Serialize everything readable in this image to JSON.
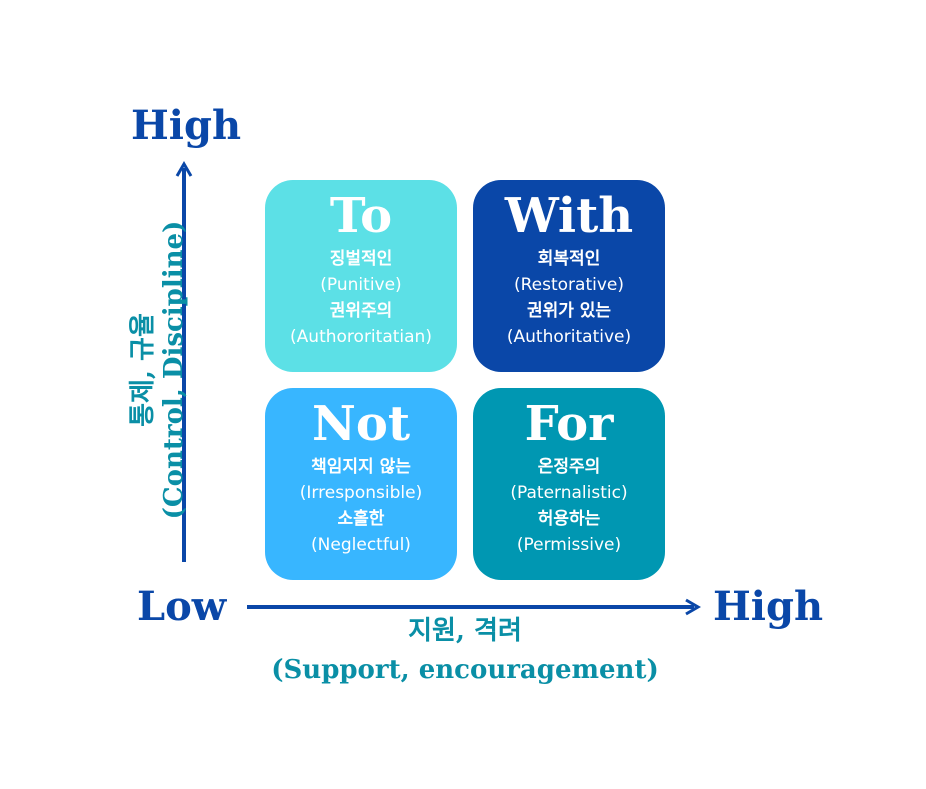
{
  "axes": {
    "y_high": "High",
    "x_low": "Low",
    "x_high": "High",
    "y_title_ko": "통제, 규율",
    "y_title_en": "(Control, Discipline)",
    "x_title_ko": "지원, 격려",
    "x_title_en": "(Support, encouragement)"
  },
  "quadrants": {
    "to": {
      "title": "To",
      "lines": [
        "징벌적인",
        "(Punitive)",
        "권위주의",
        "(Authororitatian)"
      ],
      "color": "#5ce0e6"
    },
    "with": {
      "title": "With",
      "lines": [
        "회복적인",
        "(Restorative)",
        "권위가 있는",
        "(Authoritative)"
      ],
      "color": "#0a47a8"
    },
    "not": {
      "title": "Not",
      "lines": [
        "책임지지 않는",
        "(Irresponsible)",
        "소홀한",
        "(Neglectful)"
      ],
      "color": "#38b6ff"
    },
    "for": {
      "title": "For",
      "lines": [
        "온정주의",
        "(Paternalistic)",
        "허용하는",
        "(Permissive)"
      ],
      "color": "#0097b2"
    }
  },
  "colors": {
    "axis_blue": "#0a47a8",
    "axis_title_teal": "#0a8fa6"
  }
}
